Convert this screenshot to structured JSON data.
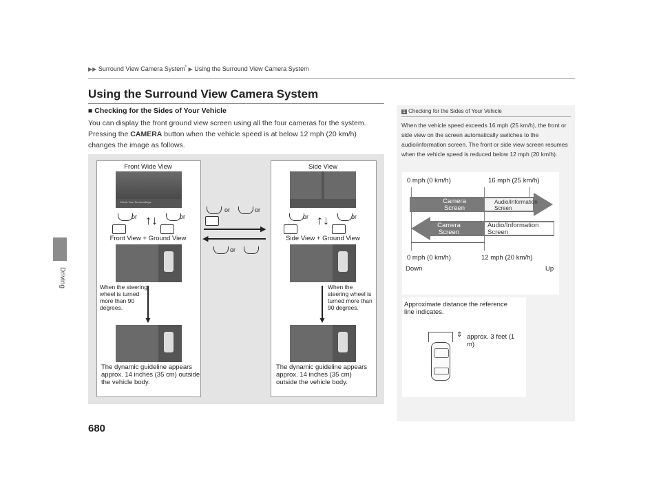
{
  "header": {
    "breadcrumb_1": "Surround View Camera System",
    "breadcrumb_star": "*",
    "breadcrumb_2": "Using the Surround View Camera System"
  },
  "sidebar": {
    "label": "Driving"
  },
  "main": {
    "title": "Using the Surround View Camera System",
    "section_marker": "■",
    "section_title": "Checking for the Sides of Your Vehicle",
    "body_part1": "You can display the front ground view screen using all the four cameras for the system. Pressing the ",
    "body_bold": "CAMERA",
    "body_part2": " button when the vehicle speed is at below 12 mph (20 km/h) changes the image as follows."
  },
  "figure": {
    "left": {
      "title": "Front Wide View",
      "mid_title": "Front View + Ground View",
      "or1": "or",
      "or2": "or",
      "steer_note": "When the steering wheel is turned more than 90 degrees.",
      "guideline_note": "The dynamic guideline appears approx. 14 inches (35 cm) outside the vehicle body."
    },
    "right": {
      "title": "Side View",
      "mid_title": "Side View + Ground View",
      "or1": "or",
      "or2": "or",
      "steer_note": "When the steering wheel is turned more than 90 degrees.",
      "guideline_note": "The dynamic guideline appears approx. 14 inches (35 cm) outside the vehicle body."
    },
    "center": {
      "or_top1": "or",
      "or_top2": "or",
      "or_bottom": "or"
    },
    "screen_text": "Check Your Surroundings"
  },
  "side_note": {
    "number": "1",
    "head": "Checking for the Sides of Your Vehicle",
    "body": "When the vehicle speed exceeds 16 mph (25 km/h), the front or side view on the screen automatically switches to the audio/information screen. The front or side view screen resumes when the vehicle speed is reduced below 12 mph (20 km/h).",
    "speed_diagram": {
      "top_left": "0 mph (0 km/h)",
      "top_right": "16 mph (25 km/h)",
      "bottom_left": "0 mph (0 km/h)",
      "bottom_right": "12 mph (20 km/h)",
      "down": "Down",
      "up": "Up",
      "camera_screen": "Camera Screen",
      "audio_screen": "Audio/Information Screen"
    },
    "distance_diagram": {
      "caption": "Approximate distance the reference line indicates.",
      "measure": "approx. 3 feet (1 m)"
    }
  },
  "page_number": "680",
  "colors": {
    "figure_bg": "#e4e4e4",
    "arrow_gray": "#7a7a7a",
    "panel_bg": "#f2f2f2"
  }
}
